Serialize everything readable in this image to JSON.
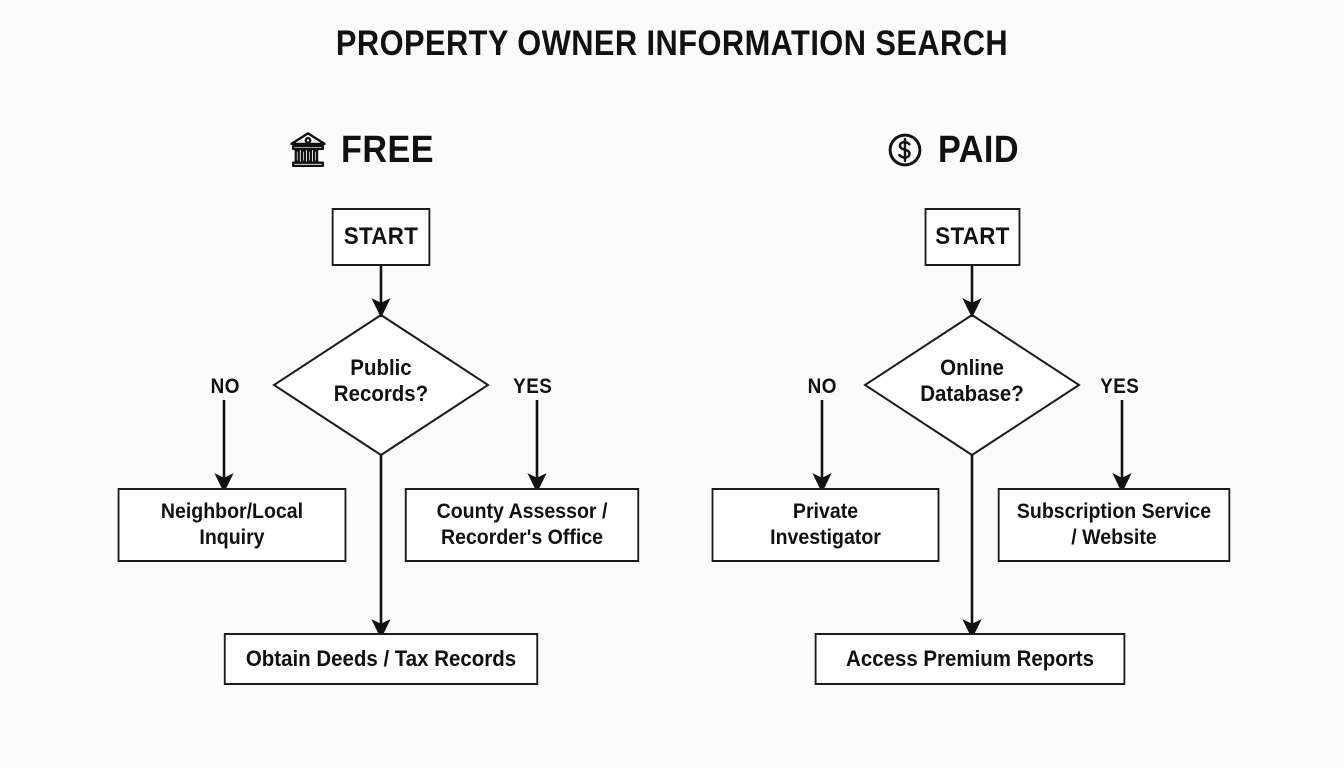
{
  "page": {
    "title": "PROPERTY OWNER INFORMATION SEARCH",
    "background_color": "#fbfbfb",
    "ink_color": "#111111"
  },
  "sections": [
    {
      "id": "free",
      "label": "FREE",
      "icon": "bank-building-icon",
      "start": {
        "label": "START"
      },
      "decision": {
        "label": "Public\nRecords?"
      },
      "branch_no": {
        "edge_label": "NO",
        "target": "Neighbor/Local\nInquiry"
      },
      "branch_yes": {
        "edge_label": "YES",
        "target": "County Assessor /\nRecorder's Office"
      },
      "outcome": {
        "label": "Obtain Deeds / Tax Records"
      }
    },
    {
      "id": "paid",
      "label": "PAID",
      "icon": "dollar-circle-icon",
      "start": {
        "label": "START"
      },
      "decision": {
        "label": "Online\nDatabase?"
      },
      "branch_no": {
        "edge_label": "NO",
        "target": "Private\nInvestigator"
      },
      "branch_yes": {
        "edge_label": "YES",
        "target": "Subscription Service\n/ Website"
      },
      "outcome": {
        "label": "Access Premium Reports"
      }
    }
  ]
}
